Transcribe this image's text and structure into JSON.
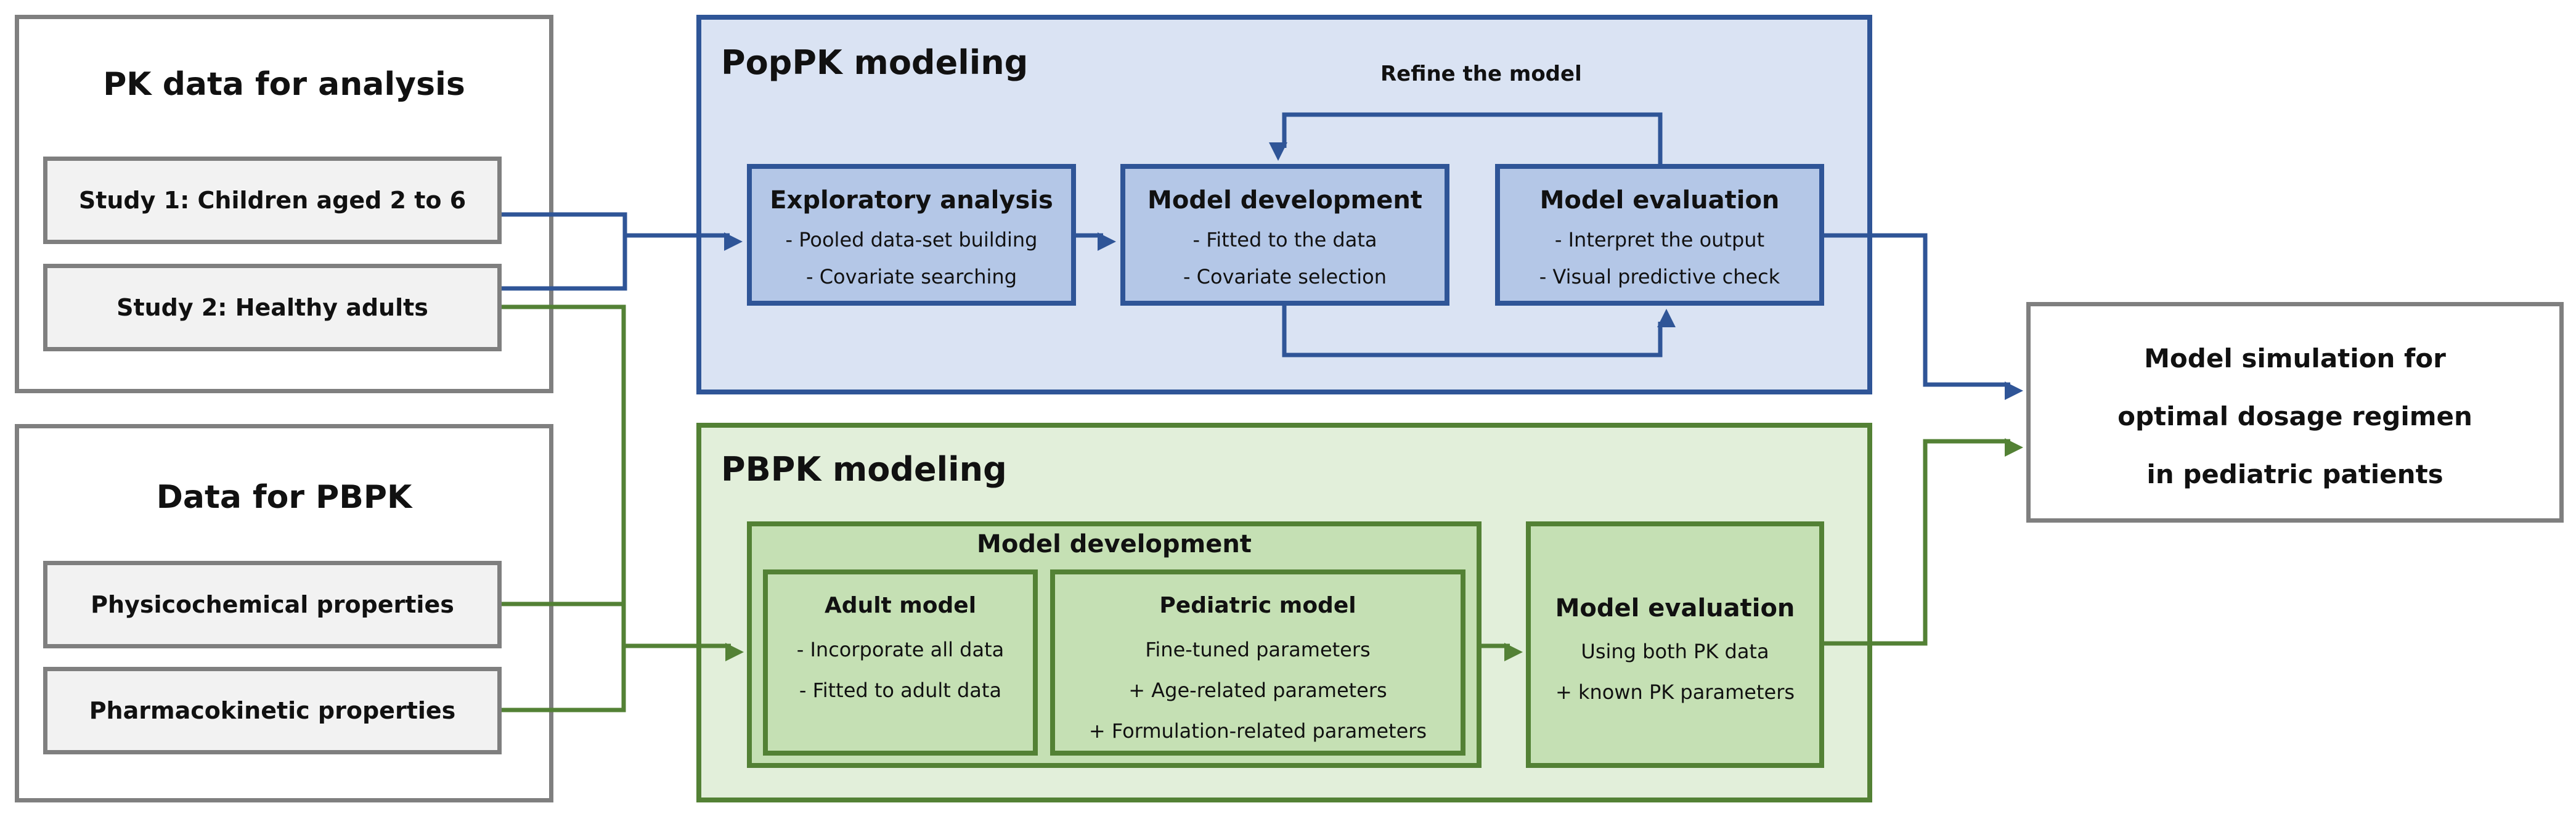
{
  "pk_panel": {
    "title": "PK data for analysis",
    "study1": "Study 1: Children aged 2 to 6",
    "study2": "Study 2: Healthy adults"
  },
  "pbpk_data_panel": {
    "title": "Data for PBPK",
    "item1": "Physicochemical properties",
    "item2": "Pharmacokinetic properties"
  },
  "poppk": {
    "title": "PopPK modeling",
    "refine_label": "Refine the model",
    "boxes": [
      {
        "title": "Exploratory analysis",
        "lines": [
          "- Pooled data-set building",
          "- Covariate searching"
        ]
      },
      {
        "title": "Model development",
        "lines": [
          "- Fitted to the data",
          "- Covariate selection"
        ]
      },
      {
        "title": "Model evaluation",
        "lines": [
          "- Interpret the output",
          "- Visual predictive check"
        ]
      }
    ]
  },
  "pbpk": {
    "title": "PBPK modeling",
    "dev_title": "Model development",
    "adult": {
      "title": "Adult model",
      "lines": [
        "- Incorporate all data",
        "- Fitted to adult data"
      ]
    },
    "pediatric": {
      "title": "Pediatric model",
      "lines": [
        "Fine-tuned parameters",
        "+ Age-related parameters",
        "+ Formulation-related parameters"
      ]
    },
    "evaluation": {
      "title": "Model evaluation",
      "lines": [
        "Using both PK data",
        "+ known PK parameters"
      ]
    }
  },
  "simulation": {
    "lines": [
      "Model simulation for",
      "optimal dosage regimen",
      "in pediatric patients"
    ]
  },
  "colors": {
    "blue_border": "#2f5597",
    "blue_fill": "#dae3f3",
    "blue_box": "#b4c7e7",
    "green_border": "#538135",
    "green_fill": "#e2efda",
    "green_box": "#c5e0b4",
    "gray_border": "#7f7f7f"
  }
}
